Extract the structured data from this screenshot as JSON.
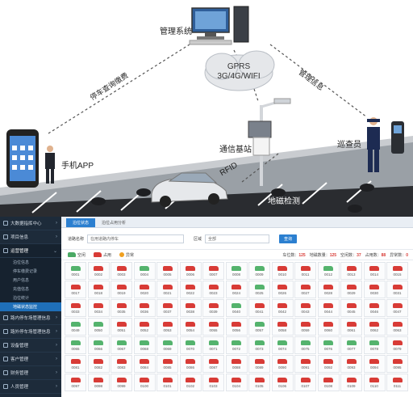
{
  "diagram": {
    "mgmt_label": "管理系统",
    "cloud_label_1": "GPRS",
    "cloud_label_2": "3G/4G/WIFI",
    "left_arrow_label": "停车查询缴费",
    "right_arrow_label": "管理信息",
    "phone_label": "手机APP",
    "station_label": "通信基站",
    "inspector_label": "巡查员",
    "rfid_label": "RFID",
    "sensor_label": "地磁检测"
  },
  "colors": {
    "sidebar": "#1d2b3a",
    "accent": "#2b7fd0",
    "occupied": "#d83b36",
    "free": "#54b36d",
    "abnormal": "#f0a020"
  },
  "sidebar": {
    "items": [
      {
        "label": "大数据指挥中心",
        "icon": "monitor-icon"
      },
      {
        "label": "项目信息",
        "icon": "grid-icon"
      },
      {
        "label": "运营管理",
        "icon": "settings-icon"
      }
    ],
    "sub_items": [
      {
        "label": "泊位信息"
      },
      {
        "label": "停车缴费记录"
      },
      {
        "label": "用户信息"
      },
      {
        "label": "充值信息"
      },
      {
        "label": "泊位统计"
      },
      {
        "label": "地磁状态监控"
      }
    ],
    "items_after": [
      {
        "label": "路内停车场管理信息",
        "icon": "car-icon"
      },
      {
        "label": "路外停车场管理信息",
        "icon": "parking-icon"
      },
      {
        "label": "设备管理",
        "icon": "device-icon"
      },
      {
        "label": "客户管理",
        "icon": "user-icon"
      },
      {
        "label": "财务管理",
        "icon": "money-icon"
      },
      {
        "label": "人员管理",
        "icon": "people-icon"
      }
    ]
  },
  "tabs": [
    {
      "label": "泊位状态"
    },
    {
      "label": "泊位占用分析"
    }
  ],
  "filters": {
    "road_label": "道路名称",
    "road_placeholder": "在用道路内停车",
    "area_label": "区域",
    "area_value": "全部",
    "search_button": "查询"
  },
  "legend": {
    "free": "空闲",
    "occupied": "占用",
    "abnormal": "异常"
  },
  "stats": {
    "total_label": "车位数：",
    "total": "125",
    "mag_label": "地磁数量：",
    "mag": "125",
    "free_label": "空闲数：",
    "free": "37",
    "occupied_label": "占用数：",
    "occupied": "88",
    "abnormal_label": "异常数：",
    "abnormal": "0"
  },
  "slots": [
    {
      "num": "0001",
      "s": "free"
    },
    {
      "num": "0002",
      "s": "busy"
    },
    {
      "num": "0003",
      "s": "busy"
    },
    {
      "num": "0004",
      "s": "free"
    },
    {
      "num": "0005",
      "s": "busy"
    },
    {
      "num": "0006",
      "s": "busy"
    },
    {
      "num": "0007",
      "s": "busy"
    },
    {
      "num": "0008",
      "s": "free"
    },
    {
      "num": "0009",
      "s": "free"
    },
    {
      "num": "0010",
      "s": "busy"
    },
    {
      "num": "0011",
      "s": "busy"
    },
    {
      "num": "0012",
      "s": "free"
    },
    {
      "num": "0013",
      "s": "busy"
    },
    {
      "num": "0014",
      "s": "busy"
    },
    {
      "num": "0015",
      "s": "busy"
    },
    {
      "num": "0017",
      "s": "busy"
    },
    {
      "num": "0018",
      "s": "busy"
    },
    {
      "num": "0019",
      "s": "busy"
    },
    {
      "num": "0020",
      "s": "busy"
    },
    {
      "num": "0021",
      "s": "busy"
    },
    {
      "num": "0022",
      "s": "busy"
    },
    {
      "num": "0023",
      "s": "busy"
    },
    {
      "num": "0024",
      "s": "busy"
    },
    {
      "num": "0025",
      "s": "free"
    },
    {
      "num": "0026",
      "s": "busy"
    },
    {
      "num": "0027",
      "s": "busy"
    },
    {
      "num": "0028",
      "s": "busy"
    },
    {
      "num": "0029",
      "s": "busy"
    },
    {
      "num": "0030",
      "s": "busy"
    },
    {
      "num": "0031",
      "s": "busy"
    },
    {
      "num": "0033",
      "s": "busy"
    },
    {
      "num": "0034",
      "s": "busy"
    },
    {
      "num": "0035",
      "s": "busy"
    },
    {
      "num": "0036",
      "s": "busy"
    },
    {
      "num": "0037",
      "s": "busy"
    },
    {
      "num": "0038",
      "s": "busy"
    },
    {
      "num": "0039",
      "s": "busy"
    },
    {
      "num": "0040",
      "s": "free"
    },
    {
      "num": "0041",
      "s": "busy"
    },
    {
      "num": "0042",
      "s": "busy"
    },
    {
      "num": "0043",
      "s": "busy"
    },
    {
      "num": "0044",
      "s": "busy"
    },
    {
      "num": "0045",
      "s": "busy"
    },
    {
      "num": "0046",
      "s": "busy"
    },
    {
      "num": "0047",
      "s": "busy"
    },
    {
      "num": "0049",
      "s": "free"
    },
    {
      "num": "0050",
      "s": "free"
    },
    {
      "num": "0051",
      "s": "busy"
    },
    {
      "num": "0052",
      "s": "busy"
    },
    {
      "num": "0053",
      "s": "busy"
    },
    {
      "num": "0054",
      "s": "busy"
    },
    {
      "num": "0055",
      "s": "busy"
    },
    {
      "num": "0056",
      "s": "busy"
    },
    {
      "num": "0057",
      "s": "free"
    },
    {
      "num": "0058",
      "s": "busy"
    },
    {
      "num": "0059",
      "s": "busy"
    },
    {
      "num": "0060",
      "s": "busy"
    },
    {
      "num": "0061",
      "s": "busy"
    },
    {
      "num": "0062",
      "s": "busy"
    },
    {
      "num": "0063",
      "s": "busy"
    },
    {
      "num": "0065",
      "s": "free"
    },
    {
      "num": "0066",
      "s": "free"
    },
    {
      "num": "0067",
      "s": "free"
    },
    {
      "num": "0068",
      "s": "free"
    },
    {
      "num": "0069",
      "s": "free"
    },
    {
      "num": "0070",
      "s": "free"
    },
    {
      "num": "0071",
      "s": "free"
    },
    {
      "num": "0072",
      "s": "free"
    },
    {
      "num": "0073",
      "s": "free"
    },
    {
      "num": "0074",
      "s": "free"
    },
    {
      "num": "0075",
      "s": "free"
    },
    {
      "num": "0076",
      "s": "free"
    },
    {
      "num": "0077",
      "s": "free"
    },
    {
      "num": "0078",
      "s": "free"
    },
    {
      "num": "0079",
      "s": "busy"
    },
    {
      "num": "0081",
      "s": "busy"
    },
    {
      "num": "0082",
      "s": "busy"
    },
    {
      "num": "0083",
      "s": "busy"
    },
    {
      "num": "0084",
      "s": "busy"
    },
    {
      "num": "0085",
      "s": "busy"
    },
    {
      "num": "0086",
      "s": "busy"
    },
    {
      "num": "0087",
      "s": "busy"
    },
    {
      "num": "0088",
      "s": "busy"
    },
    {
      "num": "0089",
      "s": "busy"
    },
    {
      "num": "0090",
      "s": "busy"
    },
    {
      "num": "0091",
      "s": "busy"
    },
    {
      "num": "0092",
      "s": "busy"
    },
    {
      "num": "0093",
      "s": "busy"
    },
    {
      "num": "0094",
      "s": "busy"
    },
    {
      "num": "0095",
      "s": "busy"
    },
    {
      "num": "0097",
      "s": "busy"
    },
    {
      "num": "0098",
      "s": "busy"
    },
    {
      "num": "0099",
      "s": "busy"
    },
    {
      "num": "0100",
      "s": "busy"
    },
    {
      "num": "0101",
      "s": "busy"
    },
    {
      "num": "0102",
      "s": "busy"
    },
    {
      "num": "0103",
      "s": "busy"
    },
    {
      "num": "0104",
      "s": "busy"
    },
    {
      "num": "0105",
      "s": "busy"
    },
    {
      "num": "0106",
      "s": "busy"
    },
    {
      "num": "0107",
      "s": "busy"
    },
    {
      "num": "0108",
      "s": "busy"
    },
    {
      "num": "0109",
      "s": "busy"
    },
    {
      "num": "0110",
      "s": "busy"
    },
    {
      "num": "0111",
      "s": "busy"
    }
  ]
}
